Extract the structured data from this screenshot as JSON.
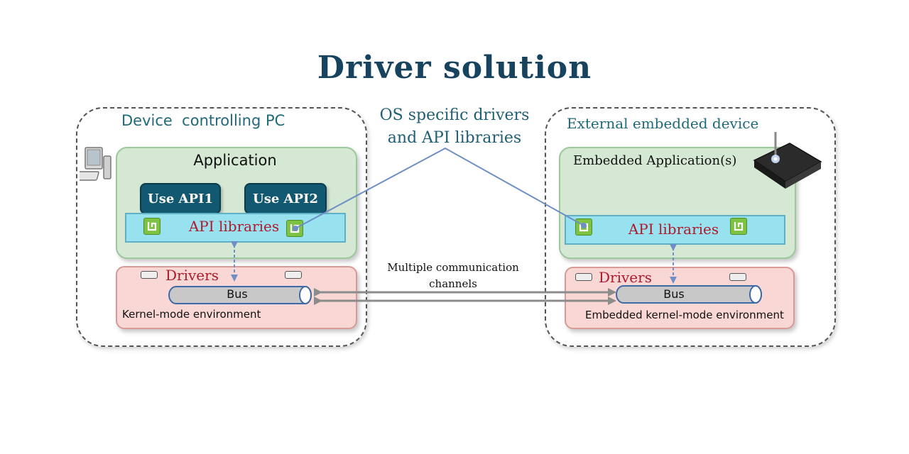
{
  "title": "Driver solution",
  "left": {
    "region_label": "Device  controlling PC",
    "app_label": "Application",
    "api_buttons": [
      "Use API1",
      "Use API2"
    ],
    "lib_label": "API libraries",
    "drivers_label": "Drivers",
    "bus_label": "Bus",
    "kernel_label": "Kernel-mode environment"
  },
  "right": {
    "region_label": "External embedded device",
    "app_label": "Embedded Application(s)",
    "lib_label": "API libraries",
    "drivers_label": "Drivers",
    "bus_label": "Bus",
    "kernel_label": "Embedded kernel-mode environment"
  },
  "callout": {
    "line1": "OS specific drivers",
    "line2": "and API libraries"
  },
  "channels": {
    "line1": "Multiple communication",
    "line2": "channels"
  },
  "colors": {
    "title": "#17435f",
    "app_box": "#d5e8d4",
    "driver_box": "#f8d7d5",
    "lib_bar": "#98e1ef",
    "red_text": "#b0192c",
    "connector": "#6e8fc6"
  }
}
